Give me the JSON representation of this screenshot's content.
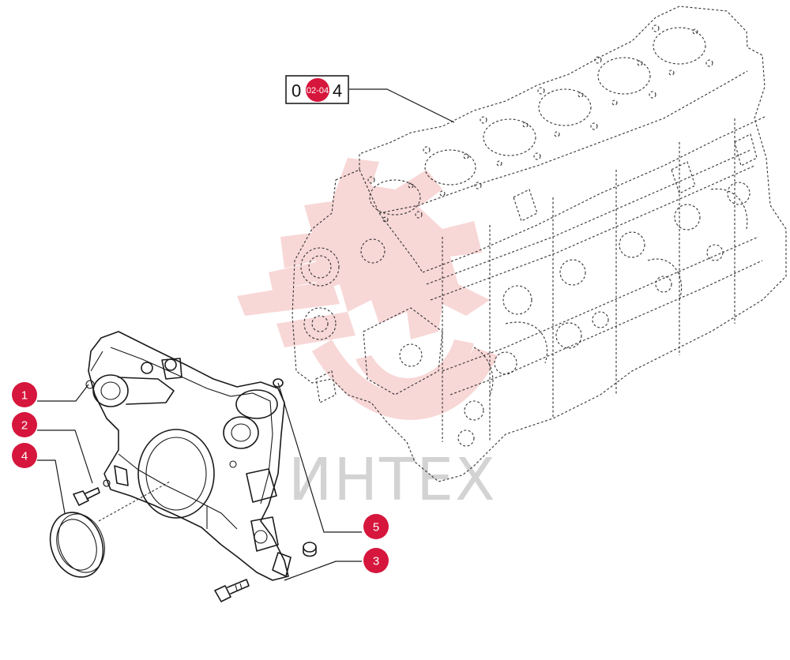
{
  "reference_box": {
    "label_left": "0",
    "label_right": "4",
    "badge": "02-04"
  },
  "watermark": {
    "text": "ИНТЕХ"
  },
  "callouts": [
    {
      "num": "1"
    },
    {
      "num": "2"
    },
    {
      "num": "4"
    },
    {
      "num": "5"
    },
    {
      "num": "3"
    }
  ],
  "colors": {
    "callout": "#d6163c",
    "watermark_logo": "#f3b7b7",
    "line": "#1a1a1a"
  }
}
